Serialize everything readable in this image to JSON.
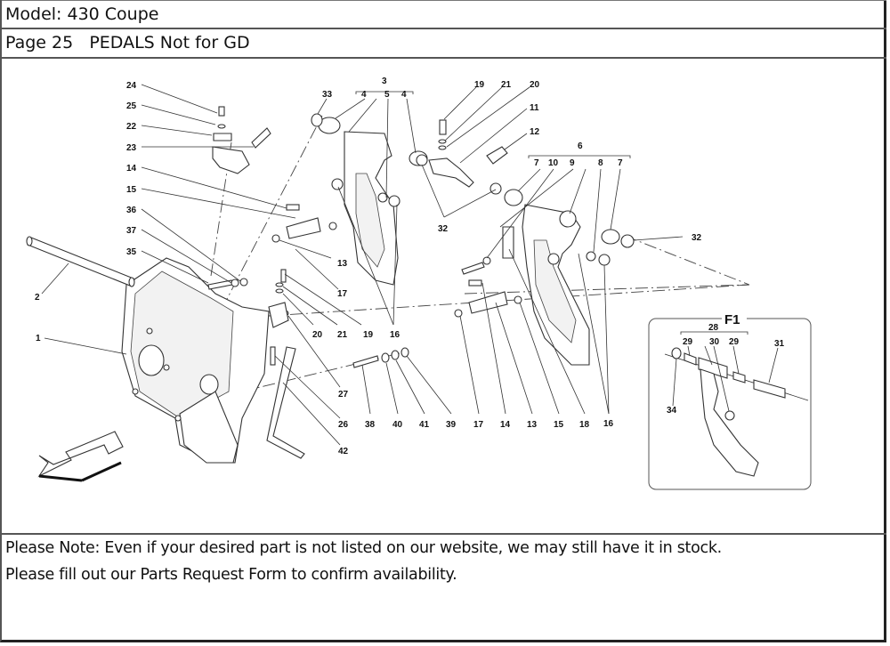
{
  "header": {
    "model": "Model: 430 Coupe",
    "page_title": "Page 25   PEDALS Not for GD"
  },
  "diagram": {
    "title": "PEDALS Not for GD",
    "detail_box_label": "F1",
    "callouts_main": [
      {
        "id": "c24",
        "text": "24"
      },
      {
        "id": "c25",
        "text": "25"
      },
      {
        "id": "c22",
        "text": "22"
      },
      {
        "id": "c23",
        "text": "23"
      },
      {
        "id": "c14a",
        "text": "14"
      },
      {
        "id": "c15a",
        "text": "15"
      },
      {
        "id": "c36",
        "text": "36"
      },
      {
        "id": "c37",
        "text": "37"
      },
      {
        "id": "c35",
        "text": "35"
      },
      {
        "id": "c2",
        "text": "2"
      },
      {
        "id": "c1",
        "text": "1"
      },
      {
        "id": "c33",
        "text": "33"
      },
      {
        "id": "c3",
        "text": "3"
      },
      {
        "id": "c4a",
        "text": "4"
      },
      {
        "id": "c5",
        "text": "5"
      },
      {
        "id": "c4b",
        "text": "4"
      },
      {
        "id": "c19a",
        "text": "19"
      },
      {
        "id": "c21a",
        "text": "21"
      },
      {
        "id": "c20a",
        "text": "20"
      },
      {
        "id": "c11",
        "text": "11"
      },
      {
        "id": "c12",
        "text": "12"
      },
      {
        "id": "c6",
        "text": "6"
      },
      {
        "id": "c7a",
        "text": "7"
      },
      {
        "id": "c10",
        "text": "10"
      },
      {
        "id": "c9",
        "text": "9"
      },
      {
        "id": "c8",
        "text": "8"
      },
      {
        "id": "c7b",
        "text": "7"
      },
      {
        "id": "c32a",
        "text": "32"
      },
      {
        "id": "c32b",
        "text": "32"
      },
      {
        "id": "c13a",
        "text": "13"
      },
      {
        "id": "c17a",
        "text": "17"
      },
      {
        "id": "c20b",
        "text": "20"
      },
      {
        "id": "c21b",
        "text": "21"
      },
      {
        "id": "c19b",
        "text": "19"
      },
      {
        "id": "c16a",
        "text": "16"
      },
      {
        "id": "c27",
        "text": "27"
      },
      {
        "id": "c26",
        "text": "26"
      },
      {
        "id": "c42",
        "text": "42"
      },
      {
        "id": "c38",
        "text": "38"
      },
      {
        "id": "c40",
        "text": "40"
      },
      {
        "id": "c41",
        "text": "41"
      },
      {
        "id": "c39",
        "text": "39"
      },
      {
        "id": "c17b",
        "text": "17"
      },
      {
        "id": "c14b",
        "text": "14"
      },
      {
        "id": "c13b",
        "text": "13"
      },
      {
        "id": "c15b",
        "text": "15"
      },
      {
        "id": "c18",
        "text": "18"
      },
      {
        "id": "c16b",
        "text": "16"
      }
    ],
    "callouts_detail": [
      {
        "id": "d28",
        "text": "28"
      },
      {
        "id": "d29a",
        "text": "29"
      },
      {
        "id": "d30",
        "text": "30"
      },
      {
        "id": "d29b",
        "text": "29"
      },
      {
        "id": "d31",
        "text": "31"
      },
      {
        "id": "d34",
        "text": "34"
      }
    ],
    "orientation_arrow": "front-direction-arrow"
  },
  "note": {
    "line1": "Please Note: Even if your desired part is not listed on our website, we may still have it in stock.",
    "line2": "Please fill out our Parts Request Form to confirm availability."
  }
}
